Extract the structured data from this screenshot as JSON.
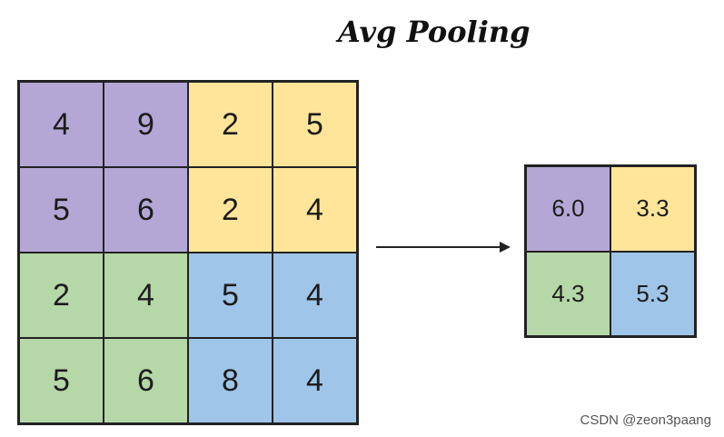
{
  "title": "Avg Pooling",
  "colors": {
    "purple": "#b4a7d6",
    "yellow": "#ffe599",
    "green": "#b6d7a8",
    "blue": "#9fc5e8"
  },
  "input_grid": [
    [
      {
        "value": "4",
        "color": "purple"
      },
      {
        "value": "9",
        "color": "purple"
      },
      {
        "value": "2",
        "color": "yellow"
      },
      {
        "value": "5",
        "color": "yellow"
      }
    ],
    [
      {
        "value": "5",
        "color": "purple"
      },
      {
        "value": "6",
        "color": "purple"
      },
      {
        "value": "2",
        "color": "yellow"
      },
      {
        "value": "4",
        "color": "yellow"
      }
    ],
    [
      {
        "value": "2",
        "color": "green"
      },
      {
        "value": "4",
        "color": "green"
      },
      {
        "value": "5",
        "color": "blue"
      },
      {
        "value": "4",
        "color": "blue"
      }
    ],
    [
      {
        "value": "5",
        "color": "green"
      },
      {
        "value": "6",
        "color": "green"
      },
      {
        "value": "8",
        "color": "blue"
      },
      {
        "value": "4",
        "color": "blue"
      }
    ]
  ],
  "output_grid": [
    [
      {
        "value": "6.0",
        "color": "purple"
      },
      {
        "value": "3.3",
        "color": "yellow"
      }
    ],
    [
      {
        "value": "4.3",
        "color": "green"
      },
      {
        "value": "5.3",
        "color": "blue"
      }
    ]
  ],
  "watermark": "CSDN @zeon3paang"
}
